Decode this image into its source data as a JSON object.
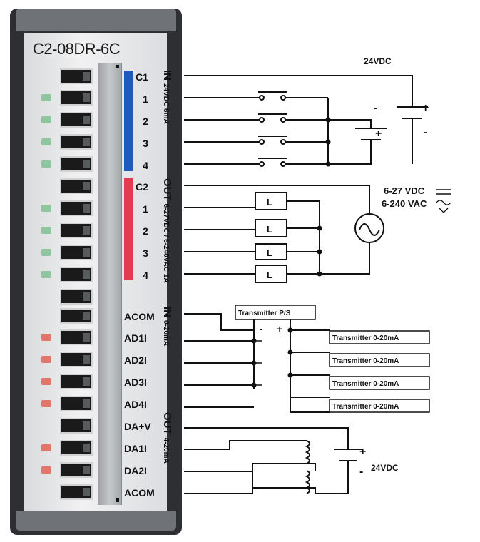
{
  "module": {
    "model": "C2-08DR-6C",
    "terminals": [
      "C1",
      "1",
      "2",
      "3",
      "4",
      "C2",
      "1",
      "2",
      "3",
      "4",
      "ACOM",
      "AD1I",
      "AD2I",
      "AD3I",
      "AD4I",
      "DA+V",
      "DA1I",
      "DA2I",
      "ACOM"
    ],
    "sections": {
      "input": {
        "head": "IN",
        "text": "24VDC 6mA"
      },
      "output": {
        "head": "OUT",
        "text": "6-27VDC / 6-240VAC 1A"
      },
      "analog_in": {
        "head": "IN",
        "text": "0-20mA"
      },
      "analog_out": {
        "head": "OUT",
        "text": "4-20mA"
      }
    },
    "colors": {
      "input_bar": "#1f5bbd",
      "output_bar": "#e23c52",
      "led_green": "#8fc69f",
      "led_red": "#e0776a"
    }
  },
  "wiring": {
    "input_supply": "24VDC",
    "output_supply": [
      "6-27 VDC",
      "6-240 VAC"
    ],
    "load_label": "L",
    "transmitter_ps": "Transmitter P/S",
    "transmitters": [
      "Transmitter 0-20mA",
      "Transmitter 0-20mA",
      "Transmitter 0-20mA",
      "Transmitter 0-20mA"
    ],
    "output_supply_analog": "24VDC",
    "plus": "+",
    "minus": "-"
  }
}
